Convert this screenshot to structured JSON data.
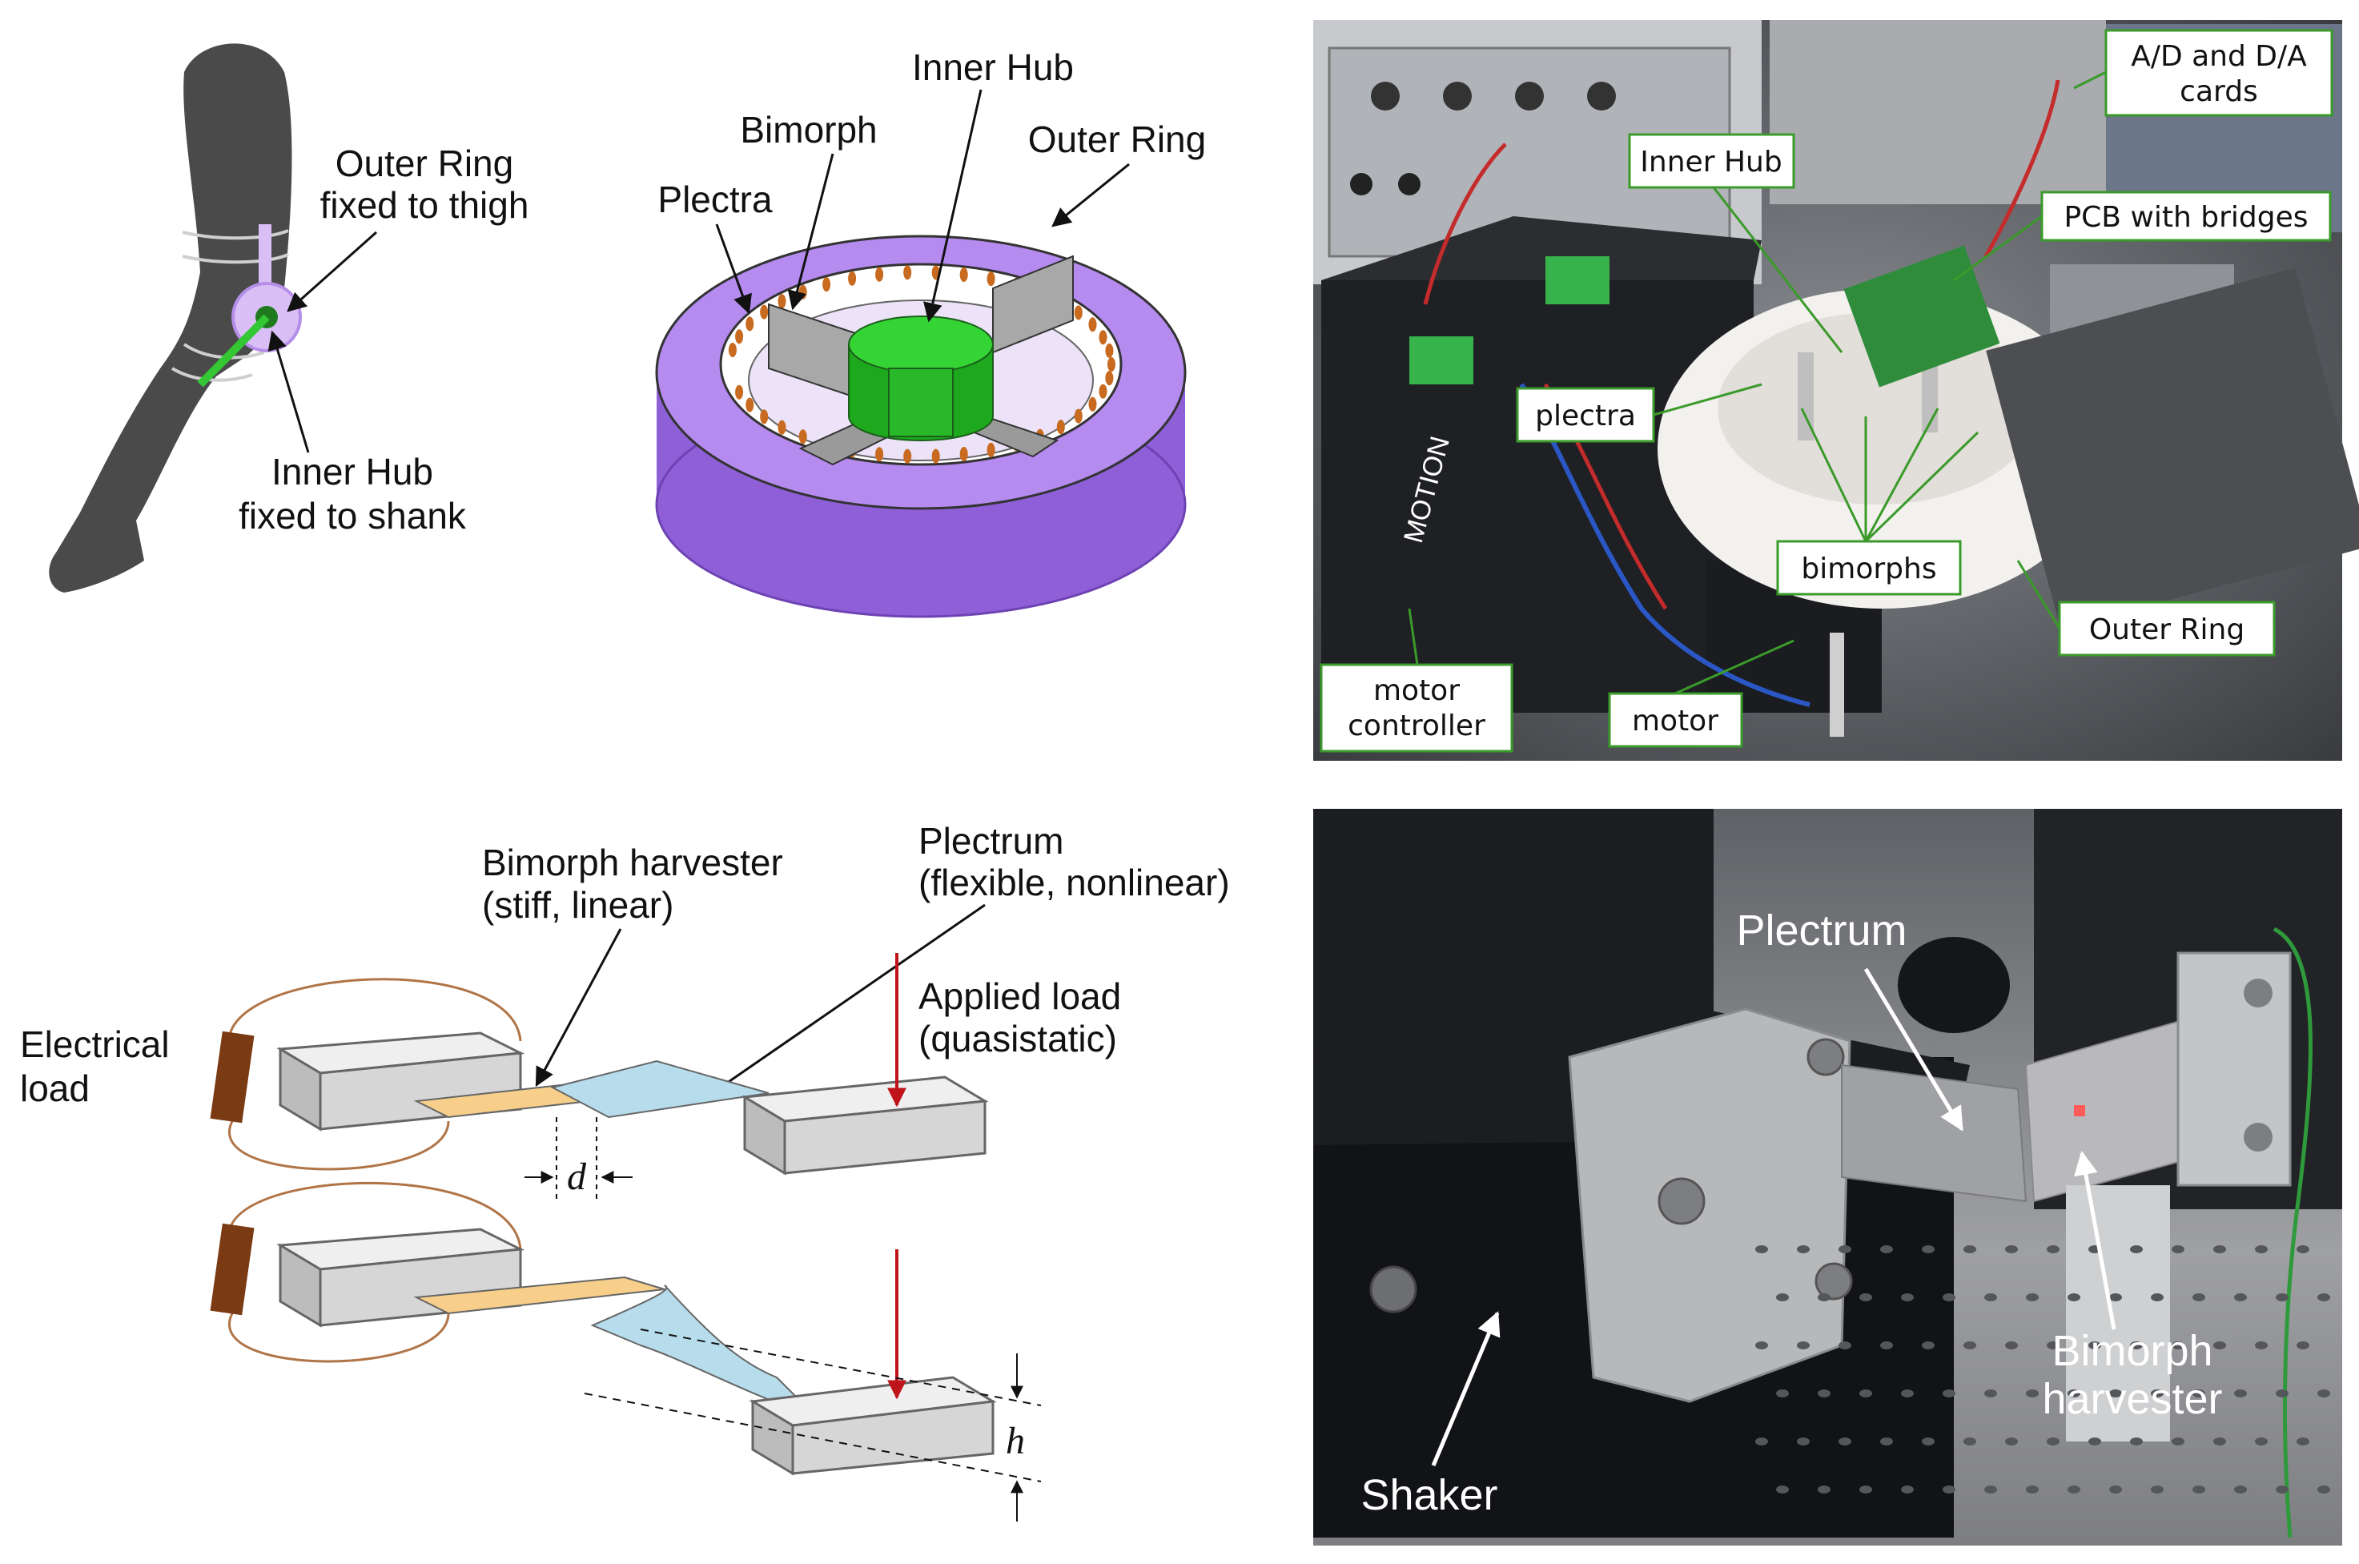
{
  "leg_panel": {
    "outer_ring_line1": "Outer Ring",
    "outer_ring_line2": "fixed to thigh",
    "inner_hub_line1": "Inner Hub",
    "inner_hub_line2": "fixed to shank"
  },
  "device_panel": {
    "inner_hub": "Inner Hub",
    "bimorph": "Bimorph",
    "outer_ring": "Outer Ring",
    "plectra": "Plectra"
  },
  "photo_setup": {
    "ad_da_line1": "A/D and D/A",
    "ad_da_line2": "cards",
    "inner_hub": "Inner Hub",
    "pcb": "PCB with bridges",
    "plectra": "plectra",
    "bimorphs": "bimorphs",
    "outer_ring": "Outer Ring",
    "motor_controller_line1": "motor",
    "motor_controller_line2": "controller",
    "motor": "motor",
    "device_text": "MOTION"
  },
  "schematic_panel": {
    "plectrum_line1": "Plectrum",
    "plectrum_line2": "(flexible, nonlinear)",
    "bimorph_line1": "Bimorph harvester",
    "bimorph_line2": "(stiff, linear)",
    "applied_load_line1": "Applied load",
    "applied_load_line2": "(quasistatic)",
    "electrical_load_line1": "Electrical",
    "electrical_load_line2": "load",
    "gap_symbol": "d",
    "height_symbol": "h"
  },
  "photo_shaker": {
    "plectrum": "Plectrum",
    "bimorph_line1": "Bimorph",
    "bimorph_line2": "harvester",
    "shaker": "Shaker"
  },
  "colors": {
    "ring_purple": "#a374e6",
    "hub_green": "#2ec42e",
    "bimorph_orange": "#f7cf8a",
    "plectrum_blue": "#b7dcec",
    "label_border_green": "#3a9a2a",
    "load_arrow_red": "#c0141b",
    "resistor_brown": "#7a3a14"
  }
}
